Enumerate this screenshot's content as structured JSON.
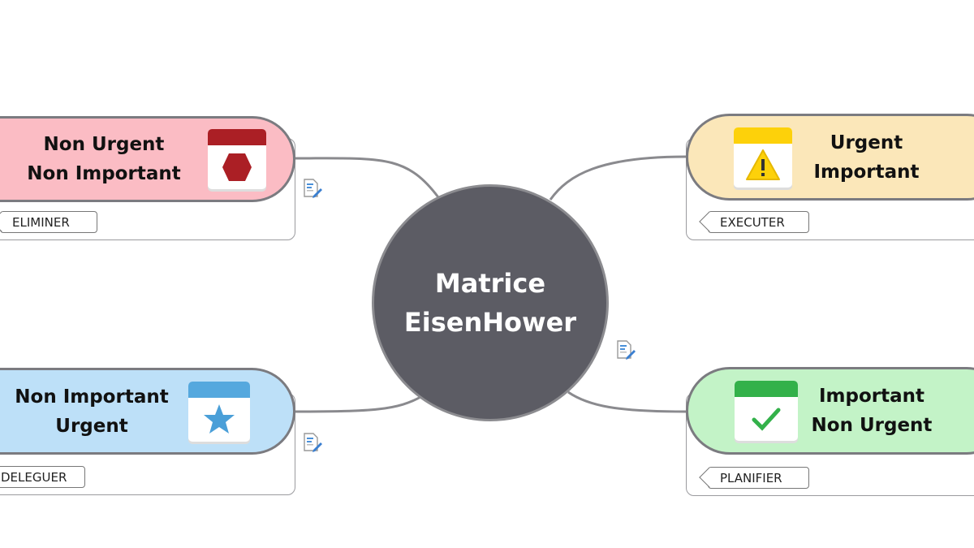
{
  "center": {
    "line1": "Matrice",
    "line2": "EisenHower"
  },
  "topics": [
    {
      "id": "eliminer",
      "line1": "Non Urgent",
      "line2": "Non Important",
      "tag": "ELIMINER",
      "icon": "stop-hexagon-calendar-icon",
      "fill": "#fbbcc4",
      "accent": "#ab1f25"
    },
    {
      "id": "executer",
      "line1": "Urgent",
      "line2": "Important",
      "tag": "EXECUTER",
      "icon": "warning-calendar-icon",
      "fill": "#fbe7b9",
      "accent": "#fdd10a"
    },
    {
      "id": "deleguer",
      "line1": "Non Important",
      "line2": "Urgent",
      "tag": "DELEGUER",
      "icon": "star-calendar-icon",
      "fill": "#bde0f8",
      "accent": "#55a8de"
    },
    {
      "id": "planifier",
      "line1": "Important",
      "line2": "Non Urgent",
      "tag": "PLANIFIER",
      "icon": "check-calendar-icon",
      "fill": "#c3f3c7",
      "accent": "#33b14a"
    }
  ]
}
